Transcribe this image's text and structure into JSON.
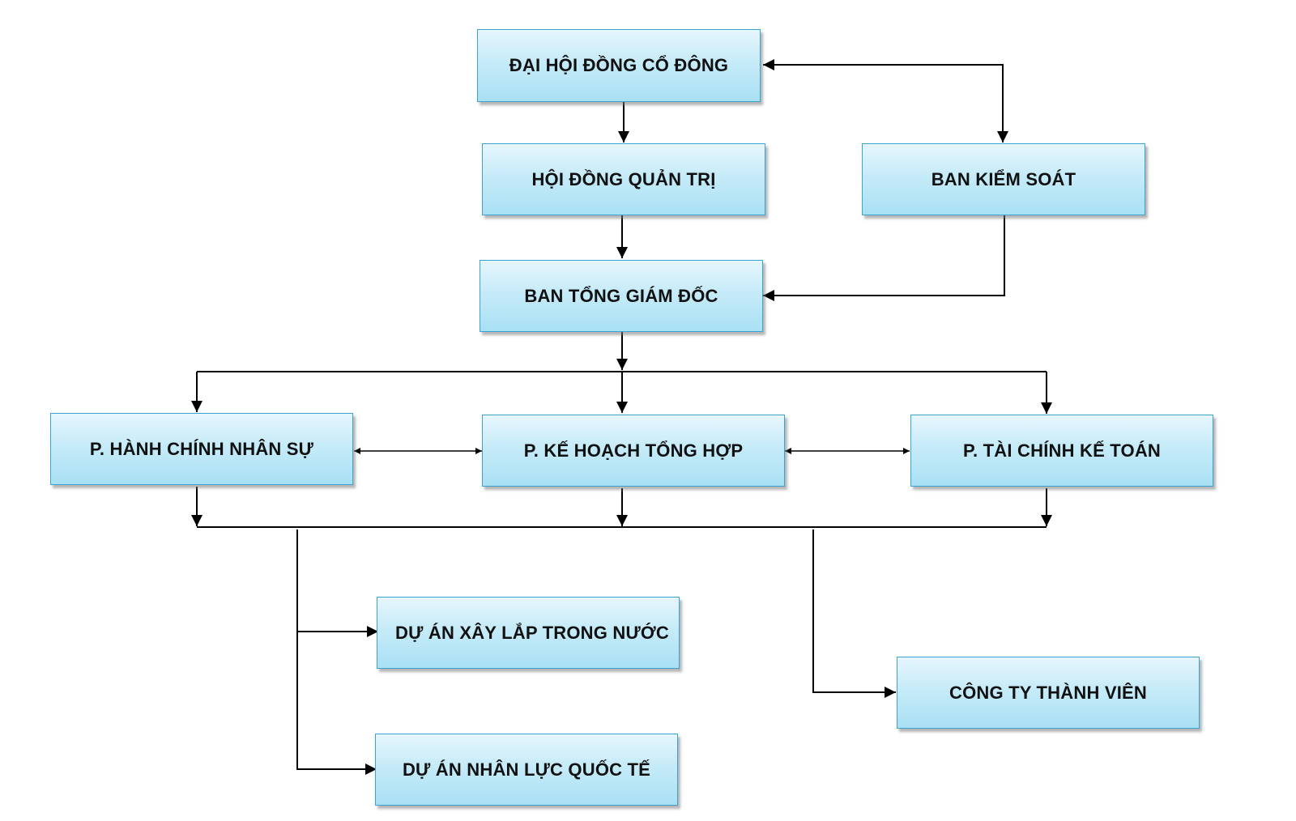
{
  "org_chart": {
    "nodes": {
      "general_meeting": "ĐẠI HỘI ĐỒNG CỔ ĐÔNG",
      "board_of_directors": "HỘI ĐỒNG QUẢN TRỊ",
      "supervisory_board": "BAN KIỂM SOÁT",
      "executive_board": "BAN TỔNG GIÁM ĐỐC",
      "hr_admin_dept": "P. HÀNH CHÍNH NHÂN SỰ",
      "planning_dept": "P. KẾ HOẠCH TỔNG HỢP",
      "finance_dept": "P. TÀI CHÍNH KẾ TOÁN",
      "domestic_construction": "DỰ ÁN XÂY LẮP TRONG NƯỚC",
      "international_labor": "DỰ ÁN NHÂN LỰC QUỐC TẾ",
      "member_companies": "CÔNG TY THÀNH VIÊN"
    },
    "edges": [
      {
        "from": "general_meeting",
        "to": "board_of_directors",
        "direction": "forward"
      },
      {
        "from": "general_meeting",
        "to": "supervisory_board",
        "direction": "both"
      },
      {
        "from": "board_of_directors",
        "to": "executive_board",
        "direction": "forward"
      },
      {
        "from": "supervisory_board",
        "to": "executive_board",
        "direction": "forward"
      },
      {
        "from": "executive_board",
        "to": "hr_admin_dept",
        "direction": "forward"
      },
      {
        "from": "executive_board",
        "to": "planning_dept",
        "direction": "forward"
      },
      {
        "from": "executive_board",
        "to": "finance_dept",
        "direction": "forward"
      },
      {
        "from": "hr_admin_dept",
        "to": "planning_dept",
        "direction": "both"
      },
      {
        "from": "planning_dept",
        "to": "finance_dept",
        "direction": "both"
      },
      {
        "from": "departments",
        "to": "domestic_construction",
        "direction": "forward"
      },
      {
        "from": "departments",
        "to": "international_labor",
        "direction": "forward"
      },
      {
        "from": "departments",
        "to": "member_companies",
        "direction": "forward"
      }
    ],
    "colors": {
      "box_top": "#e6f6fd",
      "box_bottom": "#a9e0f4",
      "box_border": "#3aa3cf",
      "line": "#000000"
    }
  }
}
